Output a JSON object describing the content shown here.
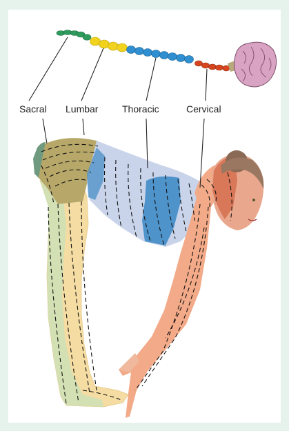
{
  "labels": {
    "sacral": "Sacral",
    "lumbar": "Lumbar",
    "thoracic": "Thoracic",
    "cervical": "Cervical"
  },
  "colors": {
    "sacral": "#2e9a5c",
    "lumbar": "#f1d21c",
    "thoracic": "#2f8fd0",
    "cervical": "#d7451f",
    "sacral_region": "#cfe0b5",
    "lumbar_region": "#f4dca2",
    "thoracic_region": "#c9d4ea",
    "thoracic_band": "#3a87c5",
    "cervical_region": "#f2aa88",
    "brain": "#d9a3c4",
    "frame": "#e6f3ec"
  }
}
